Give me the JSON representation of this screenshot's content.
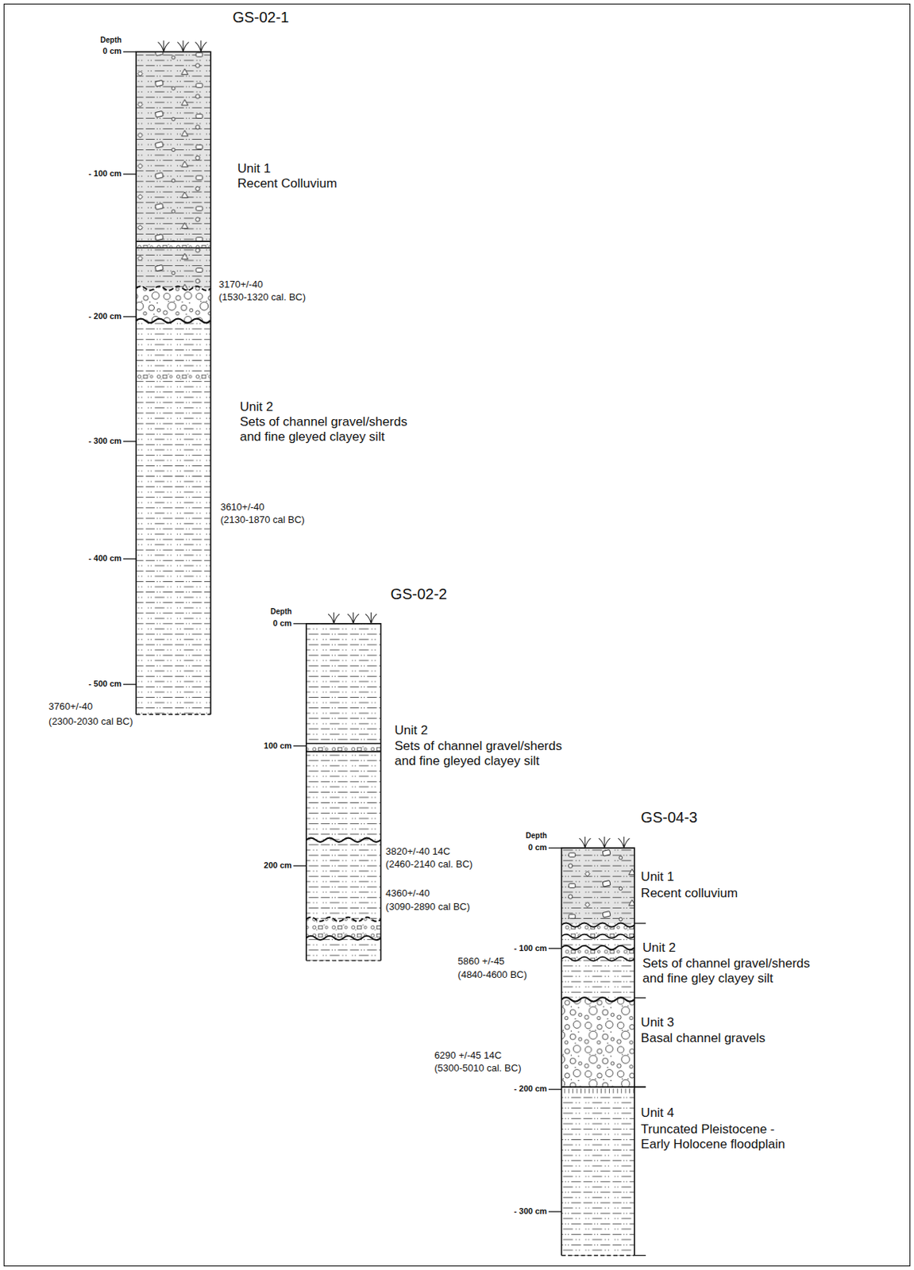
{
  "diagram": {
    "nodes": [
      {
        "text": [
          "GS-02-1"
        ]
      },
      {
        "text": [
          "GS-02-2"
        ]
      },
      {
        "text": [
          "GS-04-3"
        ]
      }
    ],
    "labels": [
      "Depth",
      "0 cm",
      "- 100 cm",
      "- 200 cm",
      "- 300 cm",
      "- 400 cm",
      "- 500 cm",
      "Unit 1",
      "Recent Colluvium",
      "3170+/-40",
      "(1530-1320 cal. BC)",
      "Unit 2",
      "Sets of channel gravel/sherds and fine gleyed clayey silt",
      "3610+/-40",
      "(2130-1870 cal BC)",
      "3760+/-40",
      "(2300-2030 cal BC)",
      "Depth",
      "0 cm",
      "100 cm",
      "200 cm",
      "Unit 2",
      "Sets of channel gravel/sherds and fine gleyed clayey silt",
      "3820+/-40 14C",
      "(2460-2140 cal. BC)",
      "4360+/-40",
      "(3090-2890 cal BC)",
      "Depth",
      "0 cm",
      "- 100 cm",
      "- 200 cm",
      "- 300 cm",
      "5860 +/-45",
      "(4840-4600 BC)",
      "6290 +/-45 14C",
      "(5300-5010 cal. BC)",
      "Unit 1",
      "Recent colluvium",
      "Unit 2",
      "Sets of channel gravel/sherds and fine gley clayey silt",
      "Unit 3",
      "Basal channel gravels",
      "Unit 4",
      "Truncated Pleistocene - Early Holocene floodplain"
    ]
  }
}
